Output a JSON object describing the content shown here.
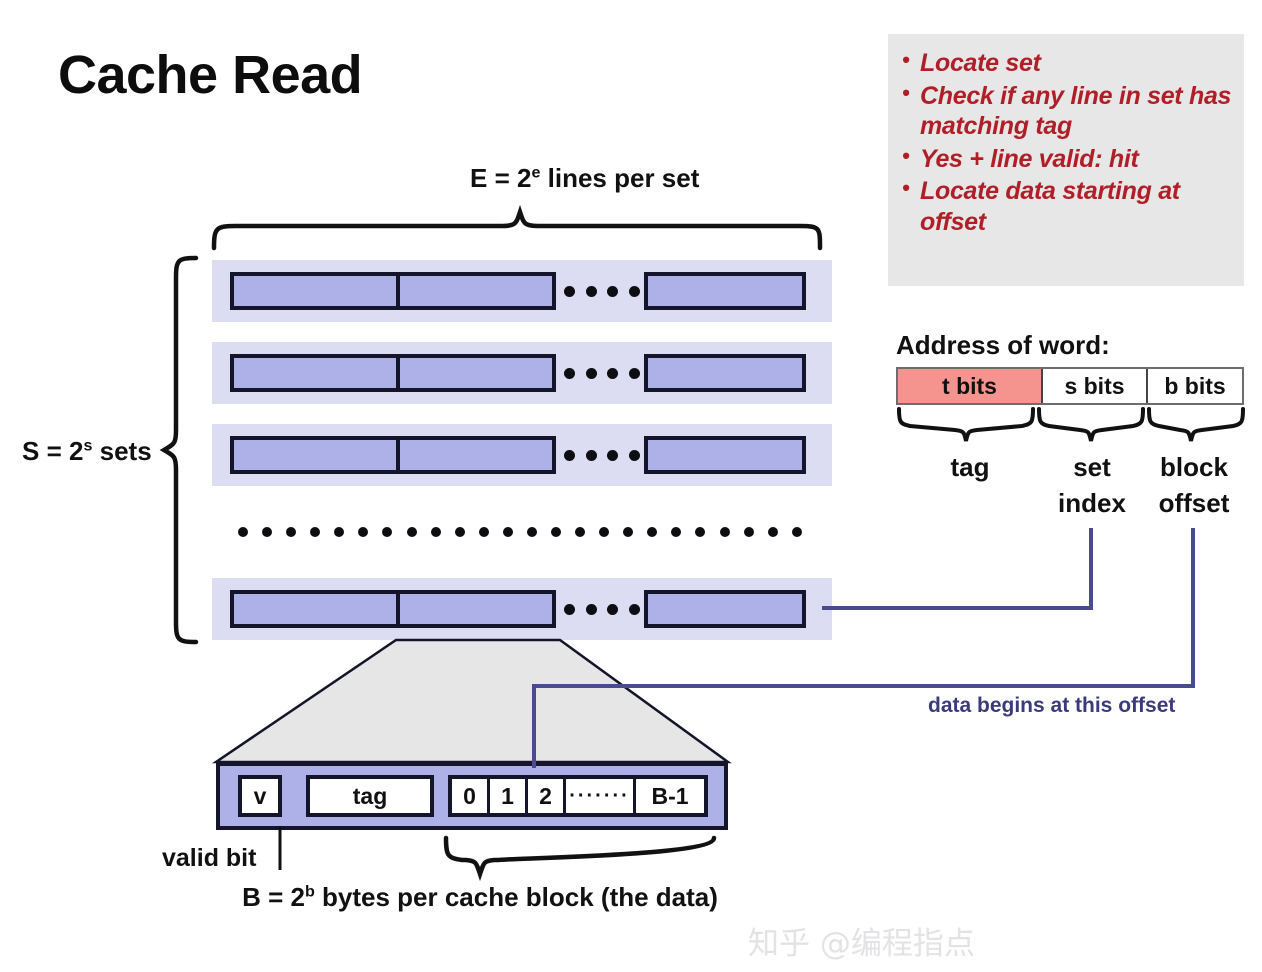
{
  "title": "Cache Read",
  "note_box": {
    "items": [
      "Locate set",
      "Check if any line in set has matching tag",
      "Yes + line valid: hit",
      "Locate data starting at offset"
    ],
    "background": "#e6e7e6",
    "text_color": "#b01f28"
  },
  "cache": {
    "lines_label_prefix": "E = 2",
    "lines_label_sup": "e",
    "lines_label_suffix": " lines per set",
    "sets_label_prefix": "S = 2",
    "sets_label_sup": "s",
    "sets_label_suffix": " sets",
    "set_count_shown": 4,
    "lines_per_set_shown": 3,
    "ellipsis_dots_between_lines": 4,
    "ellipsis_dots_between_sets": 24,
    "band_color": "#dcdcf2",
    "line_fill": "#aeb0e8",
    "line_border": "#14142b"
  },
  "address": {
    "title": "Address of word:",
    "segments": [
      {
        "bits": "t bits",
        "brace_label": "tag",
        "color": "#f5938f"
      },
      {
        "bits": "s bits",
        "brace_label": "set",
        "brace_label2": "index",
        "color": "#ffffff"
      },
      {
        "bits": "b bits",
        "brace_label": "block",
        "brace_label2": "offset",
        "color": "#ffffff"
      }
    ]
  },
  "block_detail": {
    "valid_cell": "v",
    "tag_cell": "tag",
    "tag_color": "#f5938f",
    "bytes": [
      "0",
      "1",
      "2",
      "·······",
      "B-1"
    ],
    "valid_bit_label": "valid bit",
    "size_label_prefix": "B = 2",
    "size_label_sup": "b",
    "size_label_suffix": " bytes per cache block (the data)"
  },
  "annotations": {
    "offset_note": "data begins at this offset",
    "connector_color": "#4a4a8f"
  },
  "watermark": "知乎 @编程指点"
}
